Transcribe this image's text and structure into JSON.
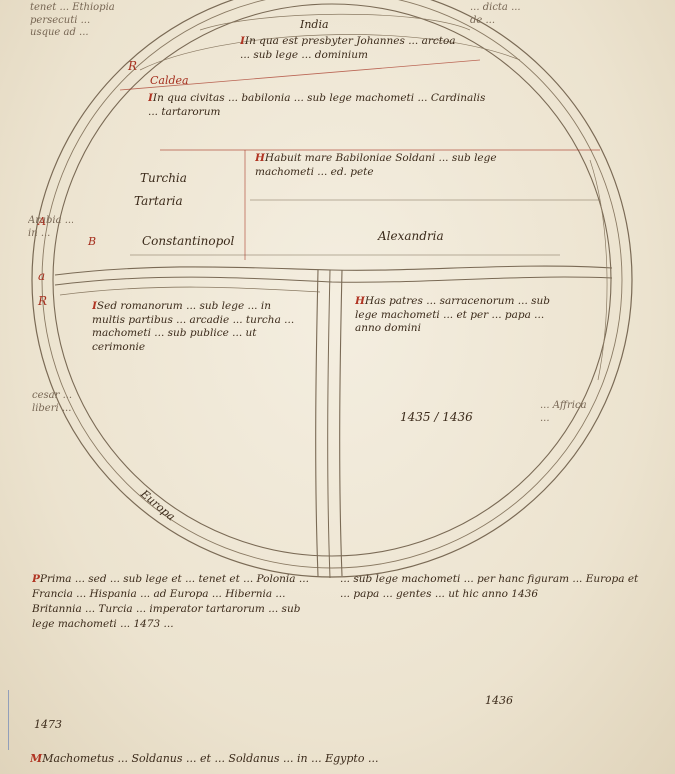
{
  "colors": {
    "parchment": "#efe8d7",
    "ink": "#3b2a1a",
    "rubric": "#a5301f",
    "circle_ink": "#7a6a55"
  },
  "map": {
    "regions": {
      "top": "India",
      "left_upper": "Turchia",
      "left_mid": "Tartaria",
      "left_lower": "Constantinopol",
      "center": "Alexandria",
      "mid_label": "Caldea",
      "bottom_label": "Europa"
    },
    "captions": {
      "india": "In qua est presbyter Johannes ... arctoa ... sub lege ... dominium",
      "caldea": "In qua civitas ... babilonia ... sub lege machometi ... Cardinalis ... tartarorum",
      "soldanus": "Habuit mare Babiloniae Soldani ... sub lege machometi ... ed. pete",
      "europa_left": "Sed romanorum ... sub lege ... in multis partibus ... arcadie ... turcha ... machometi ... sub publice ... ut cerimonie",
      "africa_right": "Has patres ... sarracenorum ... sub lege machometi ... et per ... papa ... anno domini",
      "year_right": "1435 / 1436"
    }
  },
  "margin_text": {
    "left_top": "tenet ... Ethiopia\npersecuti ...\nusque ad ...",
    "left_mid": "Arabia ... sunt\nin ...",
    "left_low": "cesar ...\nliberi ...",
    "right_top": "... dicta ...\nde ... ",
    "right_mid": "... Affrica\n... "
  },
  "bottom_text": {
    "left_paragraph": "Prima ... sed ... sub lege et ... tenet et ... Polonia ... Francia ... Hispania ... ad Europa ... Hibernia ... Britannia ... Turcia ... imperator tartarorum ... sub lege machometi ... 1473 ...",
    "right_paragraph": "... sub lege machometi ... per hanc figuram ... Europa et ... papa ... gentes ... ut hic anno 1436",
    "year_left": "1473",
    "year_right": "1436",
    "last_line": "Machometus ... Soldanus ... et ... Soldanus ... in ... Egypto ..."
  }
}
